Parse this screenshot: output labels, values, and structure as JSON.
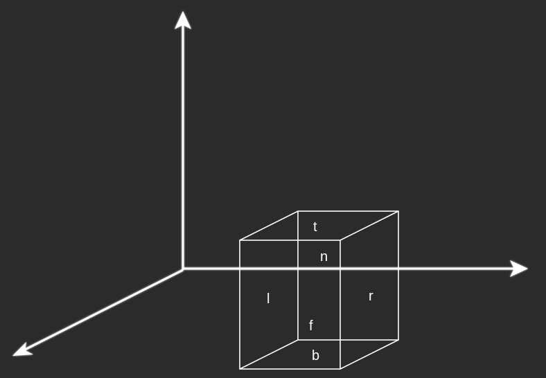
{
  "diagram": {
    "background_color": "#2b2b2b",
    "line_color": "#ffffff",
    "axes": [
      "vertical-axis",
      "horizontal-axis",
      "depth-axis"
    ],
    "labels": {
      "top": "t",
      "near": "n",
      "left": "l",
      "right": "r",
      "far": "f",
      "bottom": "b"
    }
  }
}
